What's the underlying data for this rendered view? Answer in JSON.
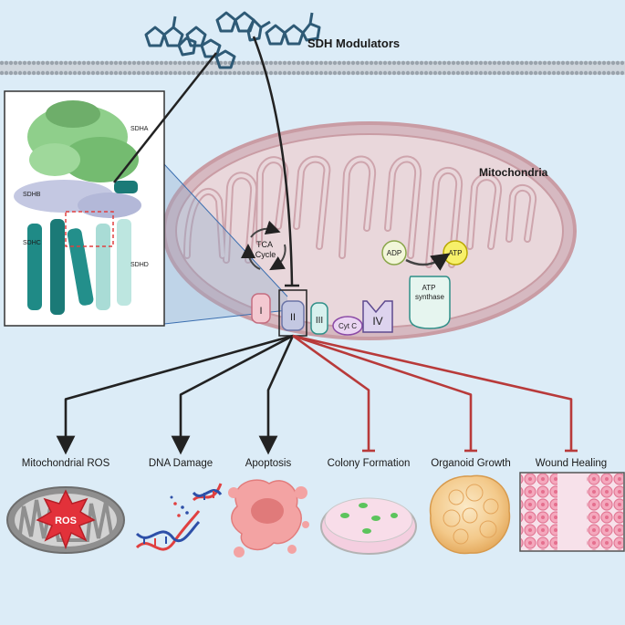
{
  "title": "SDH Modulators",
  "organelle_label": "Mitochondria",
  "protein_subunits": {
    "a": "SDHA",
    "b": "SDHB",
    "c": "SDHC",
    "d": "SDHD"
  },
  "tca_label": "TCA\nCycle",
  "complexes": {
    "c1": "I",
    "c2": "II",
    "c3": "III",
    "cytc": "Cyt C",
    "c4": "IV"
  },
  "atp": {
    "adp": "ADP",
    "atp": "ATP",
    "synthase": "ATP\nsynthase"
  },
  "outcomes": [
    {
      "label": "Mitochondrial ROS",
      "effect": "increase"
    },
    {
      "label": "DNA Damage",
      "effect": "increase"
    },
    {
      "label": "Apoptosis",
      "effect": "increase"
    },
    {
      "label": "Colony Formation",
      "effect": "inhibit"
    },
    {
      "label": "Organoid Growth",
      "effect": "inhibit"
    },
    {
      "label": "Wound Healing",
      "effect": "inhibit"
    }
  ],
  "ros_label": "ROS",
  "colors": {
    "background": "#dcecf7",
    "increase": "#222222",
    "inhibit": "#b83a3a",
    "membrane": "#b5bcc4",
    "mito_fill": "#e9d7db",
    "mito_stroke": "#c99ca4",
    "sdha": "#8fcf8b",
    "sdhb": "#c4c8e2",
    "sdhc": "#1f8a86",
    "sdhd": "#a9dcd6"
  }
}
